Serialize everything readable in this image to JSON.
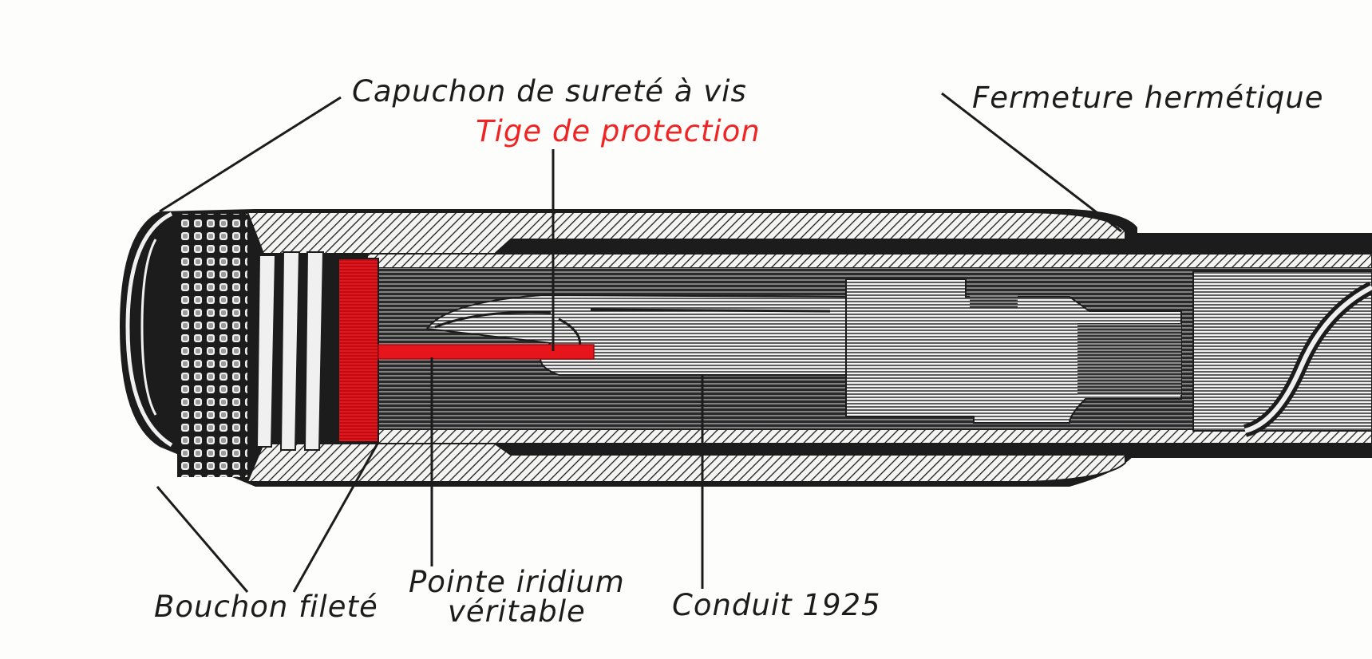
{
  "labels": {
    "safety_cap": "Capuchon de sureté à vis",
    "protection_rod": "Tige de protection",
    "hermetic_seal": "Fermeture hermétique",
    "threaded_plug": "Bouchon fileté",
    "iridium_point_line1": "Pointe iridium",
    "iridium_point_line2": "véritable",
    "conduit": "Conduit  1925"
  },
  "colors": {
    "ink": "#1c1c1c",
    "highlight_red": "#e8141c",
    "paper": "#fdfdfb"
  }
}
